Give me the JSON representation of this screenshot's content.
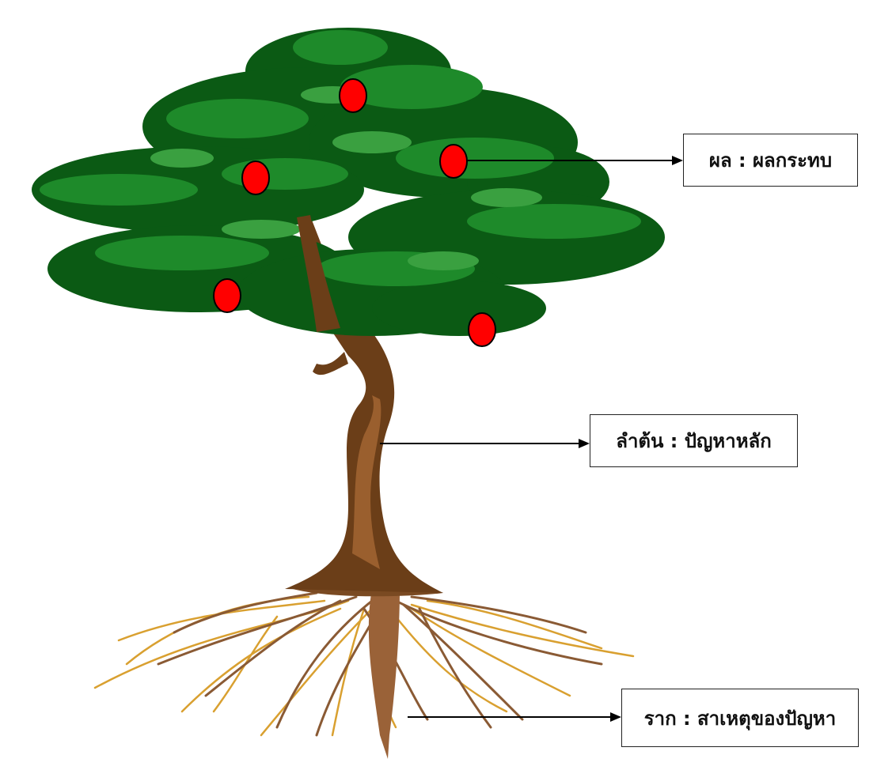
{
  "labels": {
    "fruit": "ผล : ผลกระทบ",
    "trunk": "ลำต้น : ปัญหาหลัก",
    "root": "ราก : สาเหตุของปัญหา"
  },
  "colors": {
    "leaf_dark": "#0b5a14",
    "leaf_mid": "#1e8a2a",
    "leaf_light": "#3aa040",
    "trunk": "#6b3e18",
    "trunk_light": "#9a5f2e",
    "root_brown": "#8a5a34",
    "root_gold": "#d9a030",
    "fruit": "#ff0000",
    "arrow": "#000000"
  }
}
